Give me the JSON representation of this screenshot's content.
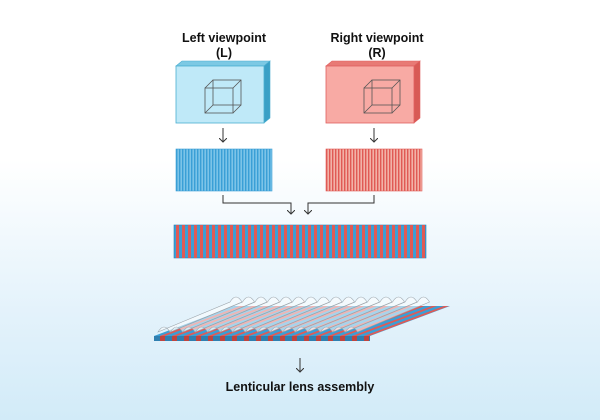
{
  "diagram": {
    "left_view": {
      "title": "Left viewpoint",
      "tag": "(L)"
    },
    "right_view": {
      "title": "Right viewpoint",
      "tag": "(R)"
    },
    "caption": "Lenticular lens assembly"
  },
  "colors": {
    "left_fill": "#bfe9f8",
    "left_edge": "#4aaed0",
    "left_stripe": "#3a9fd6",
    "right_fill": "#f8aaa4",
    "right_edge": "#e06060",
    "right_stripe": "#e05a55",
    "arrow": "#333333"
  }
}
